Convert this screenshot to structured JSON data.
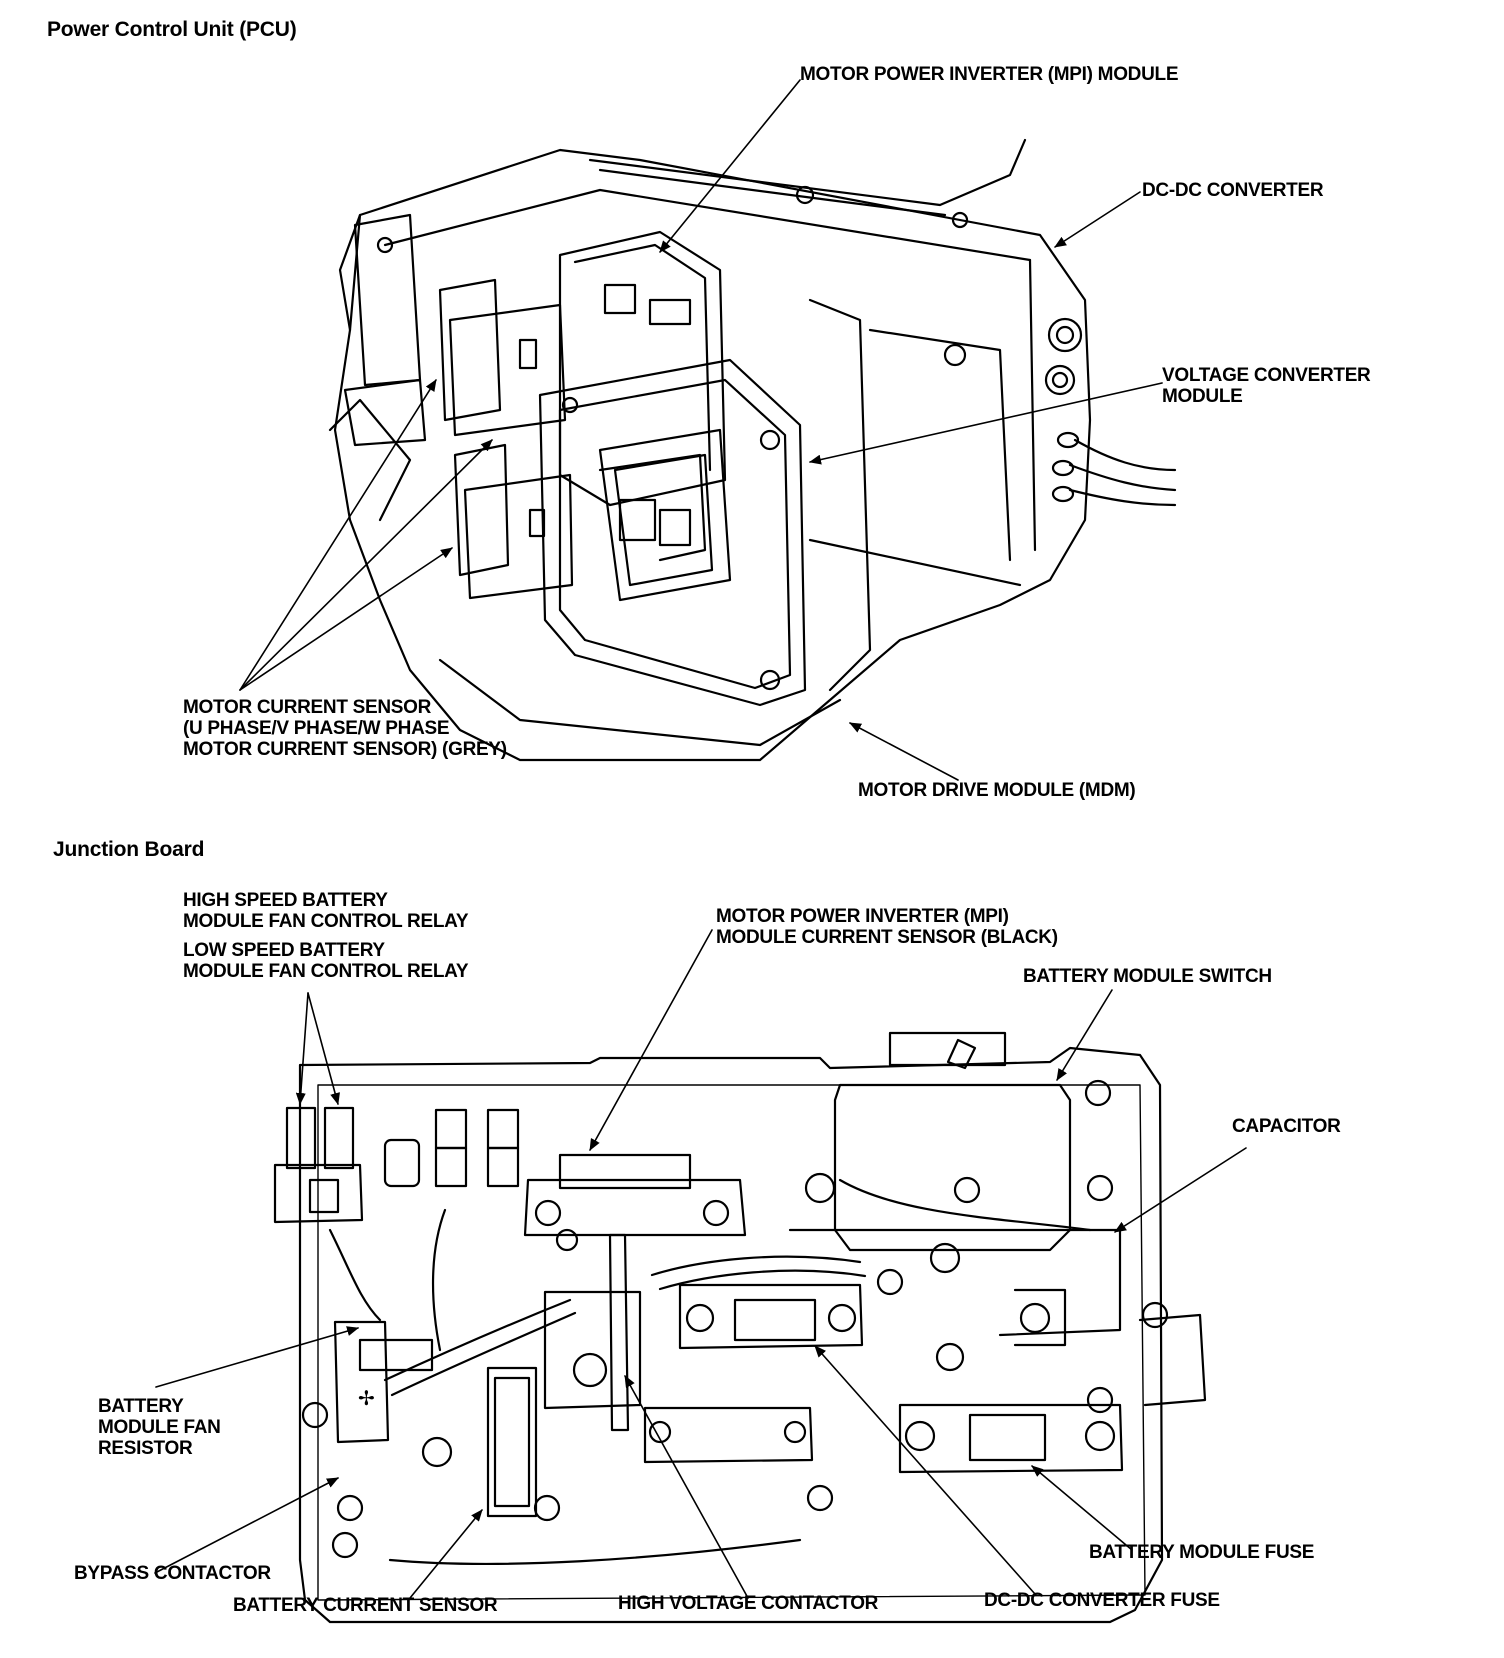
{
  "pcu": {
    "title": "Power Control Unit (PCU)",
    "labels": {
      "mpi_module": "MOTOR POWER INVERTER (MPI) MODULE",
      "dcdc_converter": "DC-DC CONVERTER",
      "voltage_converter_line1": "VOLTAGE CONVERTER",
      "voltage_converter_line2": "MODULE",
      "motor_current_sensor_line1": "MOTOR CURRENT SENSOR",
      "motor_current_sensor_line2": "(U PHASE/V PHASE/W PHASE",
      "motor_current_sensor_line3": "MOTOR CURRENT SENSOR) (GREY)",
      "motor_drive_module": "MOTOR DRIVE MODULE (MDM)"
    }
  },
  "junction": {
    "title": "Junction Board",
    "labels": {
      "high_speed_relay_line1": "HIGH SPEED BATTERY",
      "high_speed_relay_line2": "MODULE FAN CONTROL RELAY",
      "low_speed_relay_line1": "LOW SPEED BATTERY",
      "low_speed_relay_line2": "MODULE FAN CONTROL RELAY",
      "mpi_current_sensor_line1": "MOTOR POWER INVERTER (MPI)",
      "mpi_current_sensor_line2": "MODULE CURRENT SENSOR (BLACK)",
      "battery_module_switch": "BATTERY MODULE SWITCH",
      "capacitor": "CAPACITOR",
      "fan_resistor_line1": "BATTERY",
      "fan_resistor_line2": "MODULE FAN",
      "fan_resistor_line3": "RESISTOR",
      "bypass_contactor": "BYPASS CONTACTOR",
      "battery_current_sensor": "BATTERY CURRENT SENSOR",
      "high_voltage_contactor": "HIGH VOLTAGE CONTACTOR",
      "dcdc_converter_fuse": "DC-DC CONVERTER FUSE",
      "battery_module_fuse": "BATTERY MODULE FUSE"
    }
  }
}
